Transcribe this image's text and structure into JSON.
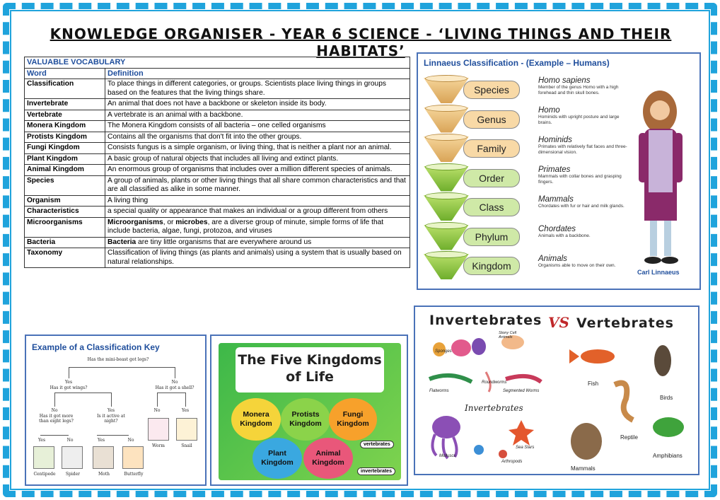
{
  "title": "KNOWLEDGE ORGANISER - YEAR 6 SCIENCE - ‘LIVING THINGS AND THEIR HABITATS’",
  "vocab": {
    "heading": "VALUABLE VOCABULARY",
    "col_word": "Word",
    "col_def": "Definition",
    "rows": [
      {
        "w": "Classification",
        "d": "To place things in different categories, or groups. Scientists place living things in groups based on the features that the living things share."
      },
      {
        "w": "Invertebrate",
        "d": "An animal that does not have a backbone or skeleton inside its body."
      },
      {
        "w": "Vertebrate",
        "d": "A vertebrate is an animal with a backbone."
      },
      {
        "w": "Monera Kingdom",
        "d": "The Monera Kingdom consists of all bacteria – one celled organisms"
      },
      {
        "w": "Protists Kingdom",
        "d": "Contains all the organisms that don't fit into the other groups."
      },
      {
        "w": "Fungi Kingdom",
        "d": "Consists fungus is a simple organism, or living thing, that is neither a plant nor an animal."
      },
      {
        "w": "Plant Kingdom",
        "d": "A basic group of natural objects that includes all living and extinct plants."
      },
      {
        "w": "Animal Kingdom",
        "d": "An enormous group of organisms that includes over a million different species of animals."
      },
      {
        "w": "Species",
        "d": "A group of animals, plants or other living things that all share common characteristics and that are all classified as alike in some manner."
      },
      {
        "w": "Organism",
        "d": "A living thing"
      },
      {
        "w": "Characteristics",
        "d": "a special quality or appearance that makes an individual or a group different from others"
      },
      {
        "w": "Microorganisms",
        "b1": "Microorganisms",
        "m1": ", or ",
        "b2": "microbes",
        "m2": ", are a diverse group of minute, simple forms of life that include bacteria, algae, fungi, protozoa, and viruses"
      },
      {
        "w": "Bacteria",
        "b1": "Bacteria",
        "m1": " are tiny little organisms that are everywhere around us"
      },
      {
        "w": "Taxonomy",
        "d": "Classification of living things (as plants and animals) using a system that is usually based on natural relationships."
      }
    ]
  },
  "linnaeus": {
    "title": "Linnaeus Classification - (Example – Humans)",
    "levels": [
      "Species",
      "Genus",
      "Family",
      "Order",
      "Class",
      "Phylum",
      "Kingdom"
    ],
    "ranks": [
      {
        "name": "Homo sapiens",
        "desc": "Member of the genus Homo with a high forehead and thin skull bones."
      },
      {
        "name": "Homo",
        "desc": "Hominids with upright posture and large brains."
      },
      {
        "name": "Hominids",
        "desc": "Primates with relatively flat faces and three-dimensional vision."
      },
      {
        "name": "Primates",
        "desc": "Mammals with collar bones and grasping fingers."
      },
      {
        "name": "Mammals",
        "desc": "Chordates with fur or hair and milk glands."
      },
      {
        "name": "Chordates",
        "desc": "Animals with a backbone."
      },
      {
        "name": "Animals",
        "desc": "Organisms able to move on their own."
      }
    ],
    "caption": "Carl Linnaeus"
  },
  "key": {
    "title": "Example of a Classification Key",
    "q_root": "Has the mini-beast got legs?",
    "yes": "Yes",
    "no": "No",
    "q_wings": "Has it got wings?",
    "q_shell": "Has it got a shell?",
    "q_legs8": "Has it got more than eight legs?",
    "q_night": "Is it active at night?",
    "animals": [
      "Centipede",
      "Spider",
      "Moth",
      "Butterfly",
      "Worm",
      "Snail"
    ]
  },
  "kingdoms": {
    "title_line1": "The Five Kingdoms",
    "title_line2": "of Life",
    "items": [
      "Monera Kingdom",
      "Protists Kingdom",
      "Fungi Kingdom",
      "Plant Kingdom",
      "Animal Kingdom"
    ],
    "tag1": "vertebrates",
    "tag2": "invertebrates"
  },
  "inv_vert": {
    "left": "Invertebrates",
    "vs": "VS",
    "right": "Vertebrates",
    "center_label": "Invertebrates",
    "vert_labels": [
      "Fish",
      "Birds",
      "Reptile",
      "Amphibians",
      "Mammals"
    ],
    "inv_labels": [
      "Sponges",
      "Stony Cell Animals",
      "Flatworms",
      "Roundworms",
      "Segmented Worms",
      "Molluscs",
      "Sea Stars",
      "Arthropods"
    ],
    "colors": {
      "accent": "#1f4e9c",
      "frame": "#1fa3dc",
      "panel_border": "#4a72b8"
    }
  }
}
